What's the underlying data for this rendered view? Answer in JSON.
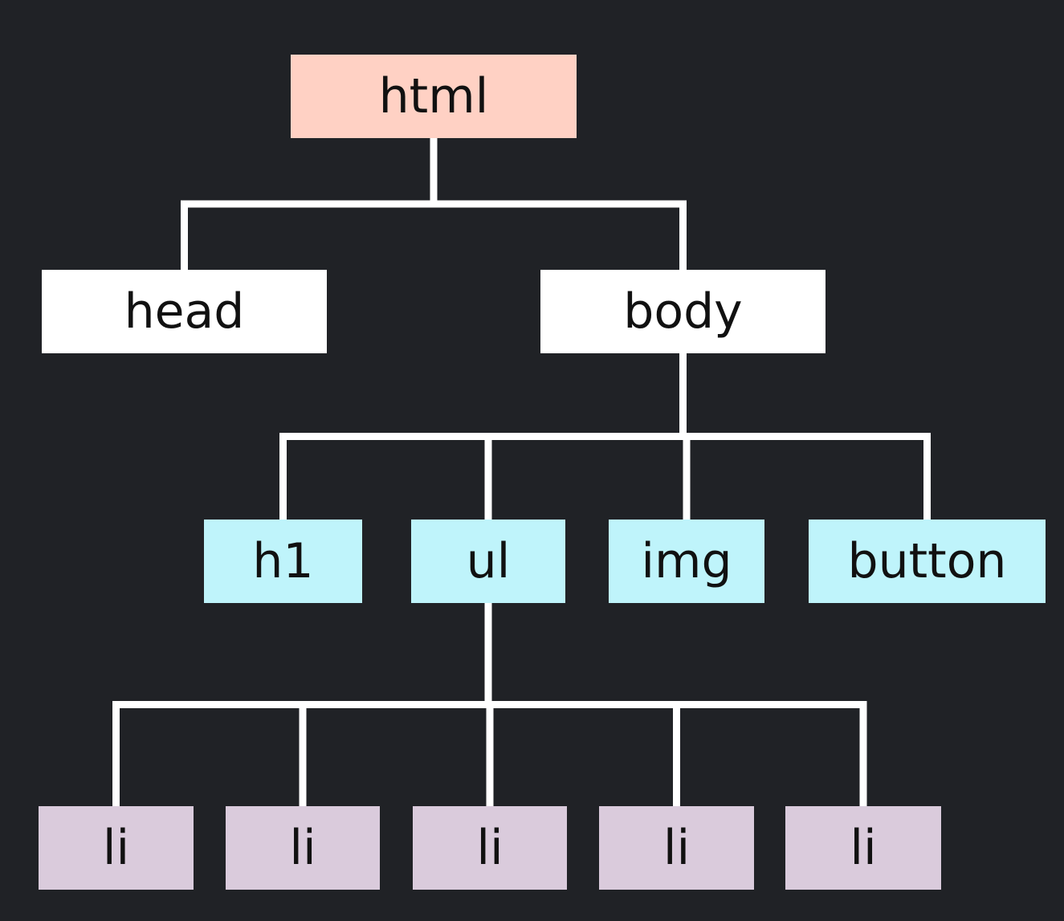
{
  "diagram": {
    "type": "tree",
    "background_color": "#202226",
    "connector_color": "#ffffff",
    "level_colors": {
      "root": "#ffd1c4",
      "level1": "#ffffff",
      "level2": "#bff4fb",
      "level3": "#dacbdc"
    },
    "nodes": {
      "html": {
        "label": "html",
        "level": "root",
        "children": [
          "head",
          "body"
        ]
      },
      "head": {
        "label": "head",
        "level": "level1",
        "children": []
      },
      "body": {
        "label": "body",
        "level": "level1",
        "children": [
          "h1",
          "ul",
          "img",
          "button"
        ]
      },
      "h1": {
        "label": "h1",
        "level": "level2",
        "children": []
      },
      "ul": {
        "label": "ul",
        "level": "level2",
        "children": [
          "li_1",
          "li_2",
          "li_3",
          "li_4",
          "li_5"
        ]
      },
      "img": {
        "label": "img",
        "level": "level2",
        "children": []
      },
      "button": {
        "label": "button",
        "level": "level2",
        "children": []
      },
      "li_1": {
        "label": "li",
        "level": "level3",
        "children": []
      },
      "li_2": {
        "label": "li",
        "level": "level3",
        "children": []
      },
      "li_3": {
        "label": "li",
        "level": "level3",
        "children": []
      },
      "li_4": {
        "label": "li",
        "level": "level3",
        "children": []
      },
      "li_5": {
        "label": "li",
        "level": "level3",
        "children": []
      }
    }
  }
}
